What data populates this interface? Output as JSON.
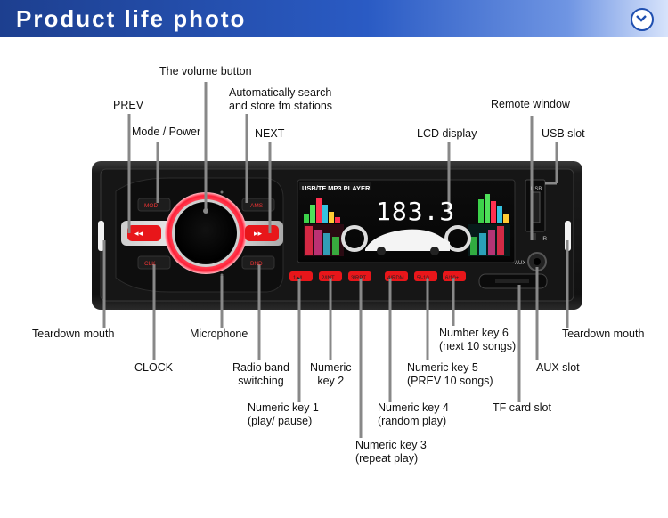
{
  "header": {
    "title": "Product life photo",
    "icon": "chevron-down-circle-icon"
  },
  "device": {
    "lcd_banner": "USB/TF MP3 PLAYER",
    "lcd_digits": "183.3",
    "usb_label": "USB",
    "ir_label": "IR",
    "aux_label": "AUX",
    "buttons": {
      "mode": "MOD",
      "ams": "AMS",
      "prev": "◂◂",
      "next": "▸▸",
      "clk": "CLK",
      "band": "BND",
      "keys": [
        "1/▸‖",
        "2/INT",
        "3/RPT",
        "4/RDM",
        "5/-10",
        "6/10+"
      ]
    },
    "colors": {
      "button_red": "#e8161a",
      "knob_ring": "#ff2a3d",
      "body": "#141414"
    }
  },
  "labels": {
    "volume": "The volume button",
    "prev": "PREV",
    "mode_power": "Mode / Power",
    "auto_search": [
      "Automatically search",
      "and store fm stations"
    ],
    "next": "NEXT",
    "lcd": "LCD display",
    "remote": "Remote window",
    "usb": "USB slot",
    "teardown_left": "Teardown mouth",
    "microphone": "Microphone",
    "clock": "CLOCK",
    "band": [
      "Radio band",
      "switching"
    ],
    "key2": [
      "Numeric",
      "key 2"
    ],
    "key1": [
      "Numeric key 1",
      "(play/ pause)"
    ],
    "key3": [
      "Numeric key 3",
      "(repeat play)"
    ],
    "key4": [
      "Numeric key 4",
      "(random play)"
    ],
    "key5": [
      "Numeric key 5",
      "(PREV 10 songs)"
    ],
    "key6": [
      "Number key 6",
      "(next 10 songs)"
    ],
    "teardown_right": "Teardown mouth",
    "aux": "AUX slot",
    "tf": "TF card slot"
  }
}
